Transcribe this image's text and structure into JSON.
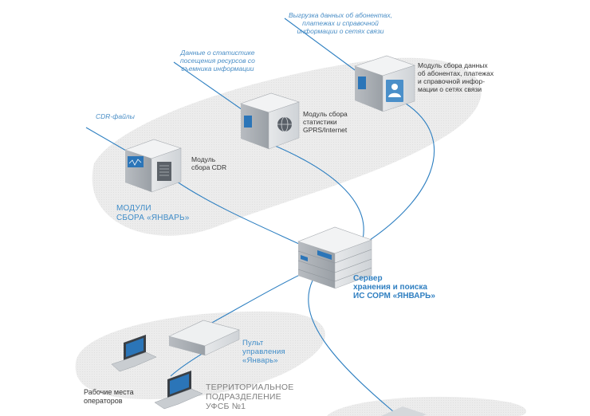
{
  "input_labels": {
    "billing": [
      "Выгрузка данных об абонентах,",
      "платежах и справочной",
      "информации о сетях связи"
    ],
    "stats": [
      "Данные о статистике",
      "посещения ресурсов со",
      "съемника информации"
    ],
    "cdr": [
      "CDR-файлы"
    ]
  },
  "modules": {
    "billing": [
      "Модуль сбора данных",
      "об абонентах, платежах",
      "и справочной инфор-",
      "мации о сетях связи"
    ],
    "gprs": [
      "Модуль сбора",
      "статистики",
      "GPRS/Internet"
    ],
    "cdr": [
      "Модуль",
      "сбора CDR"
    ]
  },
  "group_label": [
    "МОДУЛИ",
    "СБОРА «ЯНВАРЬ»"
  ],
  "server_label": [
    "Сервер",
    "хранения и поиска",
    "ИС СОРМ «ЯНВАРЬ»"
  ],
  "console_label": [
    "Пульт",
    "управления",
    "«Январь»"
  ],
  "workstations_label": [
    "Рабочие места",
    "операторов"
  ],
  "territorial_label": [
    "ТЕРРИТОРИАЛЬНОЕ",
    "ПОДРАЗДЕЛЕНИЕ",
    "УФСБ №1"
  ],
  "icons": [
    "server-tower",
    "globe-icon",
    "user-icon",
    "rack-server",
    "desktop-unit",
    "laptop"
  ],
  "colors": {
    "accent": "#3f8cc8",
    "line": "#2d7fc1",
    "blob": "#efefef",
    "text_grey": "#7f7f7f"
  }
}
